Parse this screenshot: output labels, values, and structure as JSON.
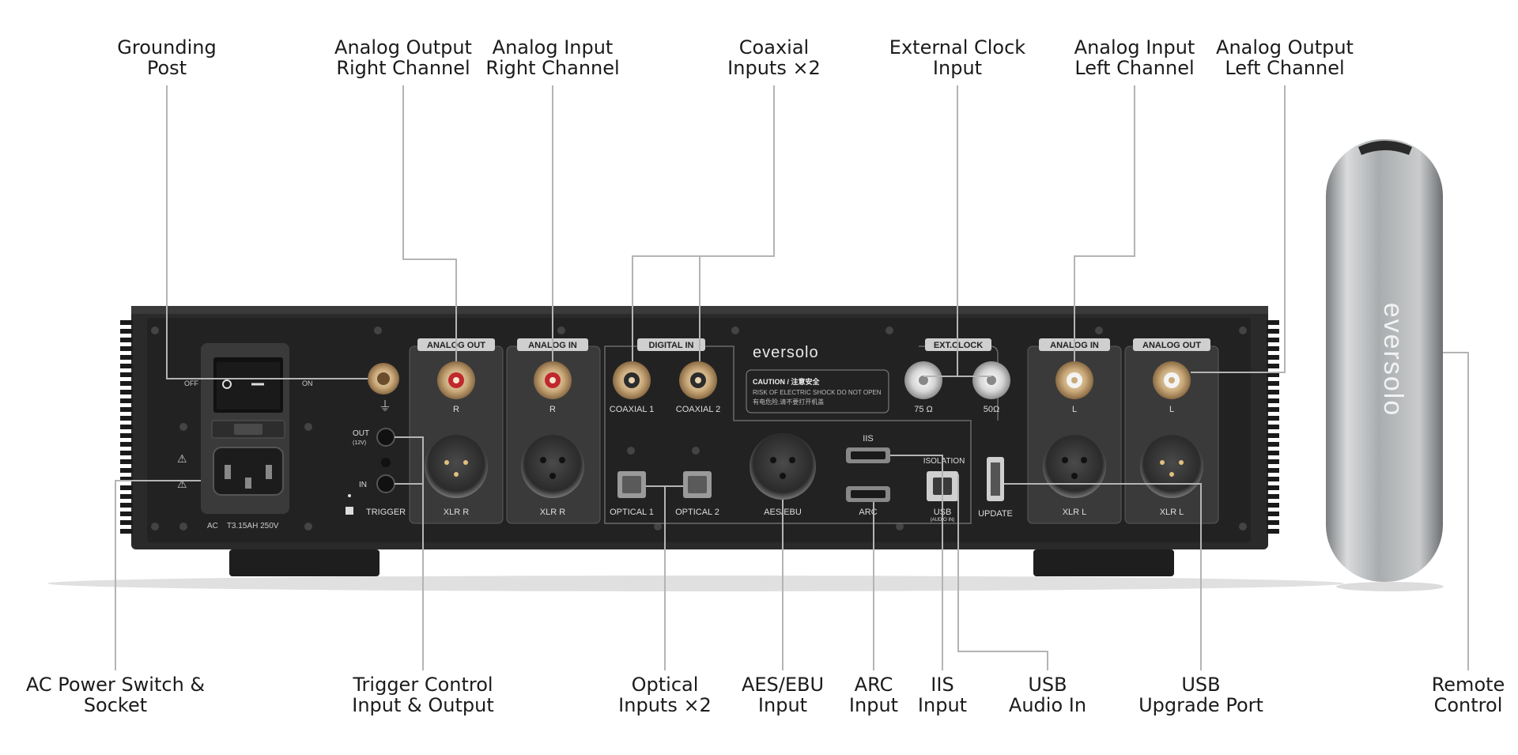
{
  "callouts_top": [
    {
      "key": "grounding",
      "lines": [
        "Grounding",
        "Post"
      ]
    },
    {
      "key": "aout-r",
      "lines": [
        "Analog Output",
        "Right Channel"
      ]
    },
    {
      "key": "ain-r",
      "lines": [
        "Analog Input",
        "Right Channel"
      ]
    },
    {
      "key": "coax",
      "lines": [
        "Coaxial",
        "Inputs ×2"
      ]
    },
    {
      "key": "extclock",
      "lines": [
        "External Clock",
        "Input"
      ]
    },
    {
      "key": "ain-l",
      "lines": [
        "Analog Input",
        "Left Channel"
      ]
    },
    {
      "key": "aout-l",
      "lines": [
        "Analog Output",
        "Left Channel"
      ]
    }
  ],
  "callouts_bottom": [
    {
      "key": "ac",
      "lines": [
        "AC Power Switch &",
        "Socket"
      ]
    },
    {
      "key": "trigger",
      "lines": [
        "Trigger Control",
        "Input & Output"
      ]
    },
    {
      "key": "optical",
      "lines": [
        "Optical",
        "Inputs ×2"
      ]
    },
    {
      "key": "aes",
      "lines": [
        "AES/EBU",
        "Input"
      ]
    },
    {
      "key": "arc",
      "lines": [
        "ARC",
        "Input"
      ]
    },
    {
      "key": "iis",
      "lines": [
        "IIS",
        "Input"
      ]
    },
    {
      "key": "usbaudio",
      "lines": [
        "USB",
        "Audio In"
      ]
    },
    {
      "key": "usbupgrade",
      "lines": [
        "USB",
        "Upgrade Port"
      ]
    },
    {
      "key": "remote",
      "lines": [
        "Remote",
        "Control"
      ]
    }
  ],
  "panel": {
    "brand": "eversolo",
    "section_analog_out": "ANALOG OUT",
    "section_analog_in": "ANALOG IN",
    "section_digital_in": "DIGITAL IN",
    "section_ext_clock": "EXT.CLOCK",
    "switch_off": "OFF",
    "switch_on": "ON",
    "fuse_label": "AC    T3.15AH 250V",
    "trigger_out": "OUT",
    "trigger_out_sub": "(12V)",
    "trigger_in": "IN",
    "trigger_label": "TRIGGER",
    "ch_r": "R",
    "ch_l": "L",
    "xlr_r": "XLR R",
    "xlr_l": "XLR L",
    "coaxial_1": "COAXIAL 1",
    "coaxial_2": "COAXIAL 2",
    "optical_1": "OPTICAL 1",
    "optical_2": "OPTICAL 2",
    "aes_ebu": "AES/EBU",
    "iis": "IIS",
    "arc": "ARC",
    "isolation": "ISOLATION",
    "usb": "USB",
    "usb_sub": "(AUDIO IN)",
    "update": "UPDATE",
    "clock_75": "75 Ω",
    "clock_50": "50Ω",
    "caution_title": "CAUTION / 注意安全",
    "caution_line1": "RISK OF ELECTRIC SHOCK DO NOT OPEN",
    "caution_line2": "有电危险,请不要打开机盖"
  },
  "remote": {
    "brand": "eversolo"
  }
}
